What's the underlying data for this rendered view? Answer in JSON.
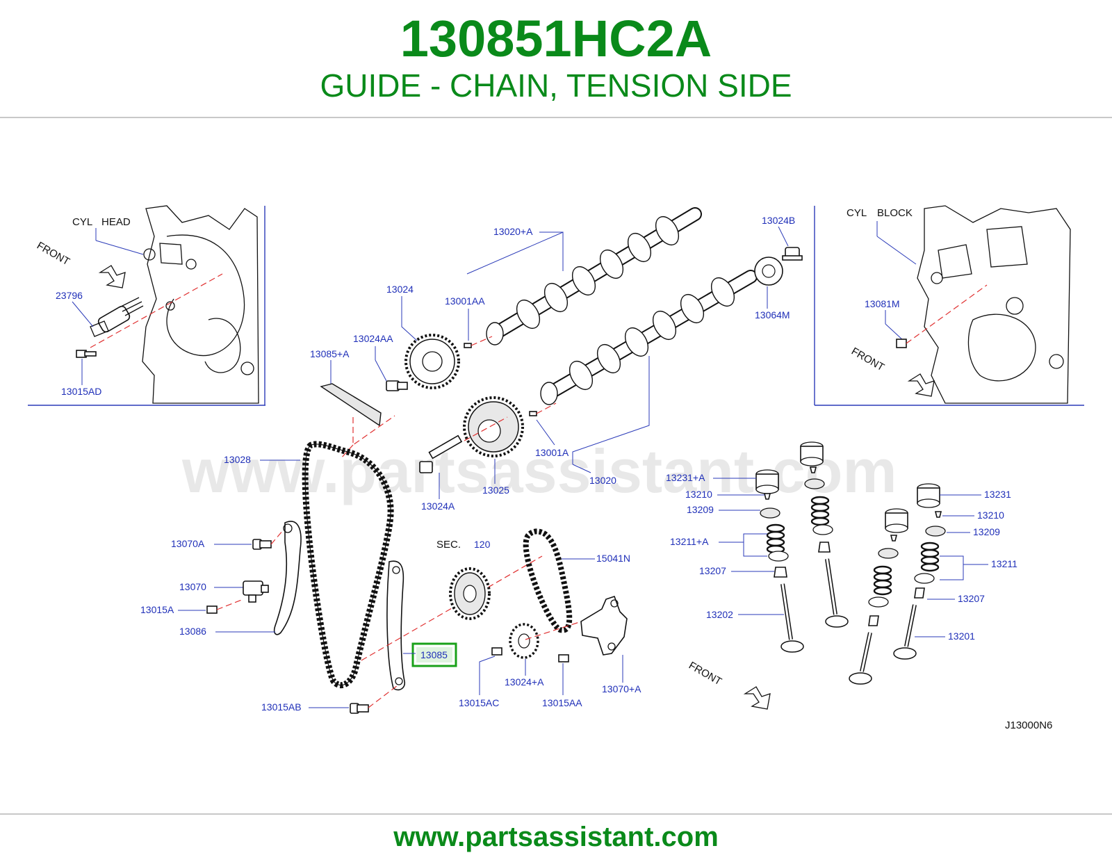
{
  "header": {
    "part_number": "130851HC2A",
    "part_name": "GUIDE - CHAIN, TENSION SIDE"
  },
  "colors": {
    "title_green": "#0a8a1a",
    "callout_blue": "#1f2fb8",
    "leader_red": "#e03030",
    "highlight_green": "#19a119",
    "rule_gray": "#c8c8c8"
  },
  "watermark": "www.partsassistant.com",
  "diagram": {
    "left_inset": {
      "title_cyl": "CYL",
      "title_head": "HEAD",
      "front": "FRONT",
      "callout_23796": "23796",
      "callout_13015AD": "13015AD"
    },
    "right_inset": {
      "title_cyl": "CYL",
      "title_block": "BLOCK",
      "front": "FRONT",
      "callout_13081M": "13081M"
    },
    "center": {
      "c_13020A": "13020+A",
      "c_13024B": "13024B",
      "c_13024": "13024",
      "c_13001AA": "13001AA",
      "c_13064M": "13064M",
      "c_13024AA": "13024AA",
      "c_13085A": "13085+A",
      "c_13028": "13028",
      "c_13001A": "13001A",
      "c_13025": "13025",
      "c_13020": "13020",
      "c_13024A": "13024A",
      "c_13070A": "13070A",
      "c_13070": "13070",
      "c_13015A": "13015A",
      "c_13086": "13086",
      "sec": "SEC.",
      "sec_no": "120",
      "c_15041N": "15041N",
      "c_13085": "13085",
      "c_13024Aplus": "13024+A",
      "c_13015AB": "13015AB",
      "c_13015AC": "13015AC",
      "c_13015AA": "13015AA",
      "c_13070Aplus": "13070+A",
      "front": "FRONT"
    },
    "valves": {
      "c_13231A": "13231+A",
      "c_13210L": "13210",
      "c_13209L": "13209",
      "c_13211A": "13211+A",
      "c_13207L": "13207",
      "c_13202": "13202",
      "c_13231": "13231",
      "c_13210R": "13210",
      "c_13209R": "13209",
      "c_13211": "13211",
      "c_13207R": "13207",
      "c_13201": "13201"
    },
    "diagram_code": "J13000N6"
  },
  "footer": {
    "site": "www.partsassistant.com"
  }
}
